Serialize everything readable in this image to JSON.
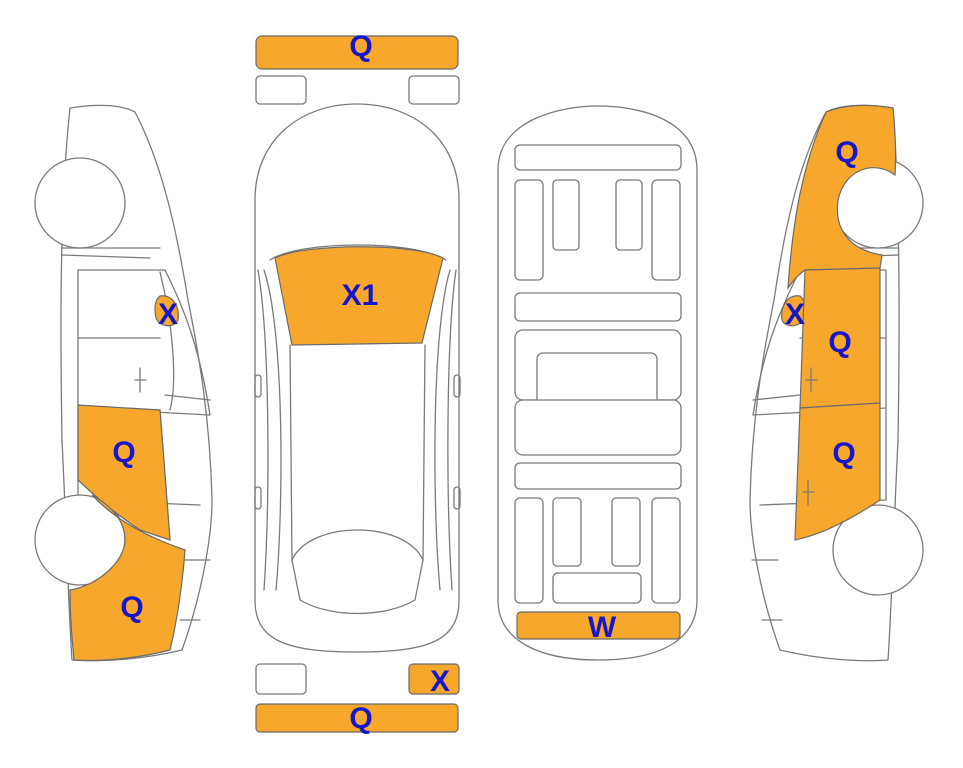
{
  "colors": {
    "damage_fill": "#F7A82C",
    "label": "#1717C9",
    "outline": "#7a7a7a",
    "background": "#ffffff"
  },
  "markers": {
    "top_bumper_front": "Q",
    "top_roof": "X1",
    "top_tail_right": "X",
    "top_bumper_rear": "Q",
    "under_rear": "W",
    "left_mirror": "X",
    "left_rear_door": "Q",
    "left_rear_quarter": "Q",
    "right_front_fender": "Q",
    "right_mirror": "X",
    "right_front_door": "Q",
    "right_rear_door": "Q"
  }
}
